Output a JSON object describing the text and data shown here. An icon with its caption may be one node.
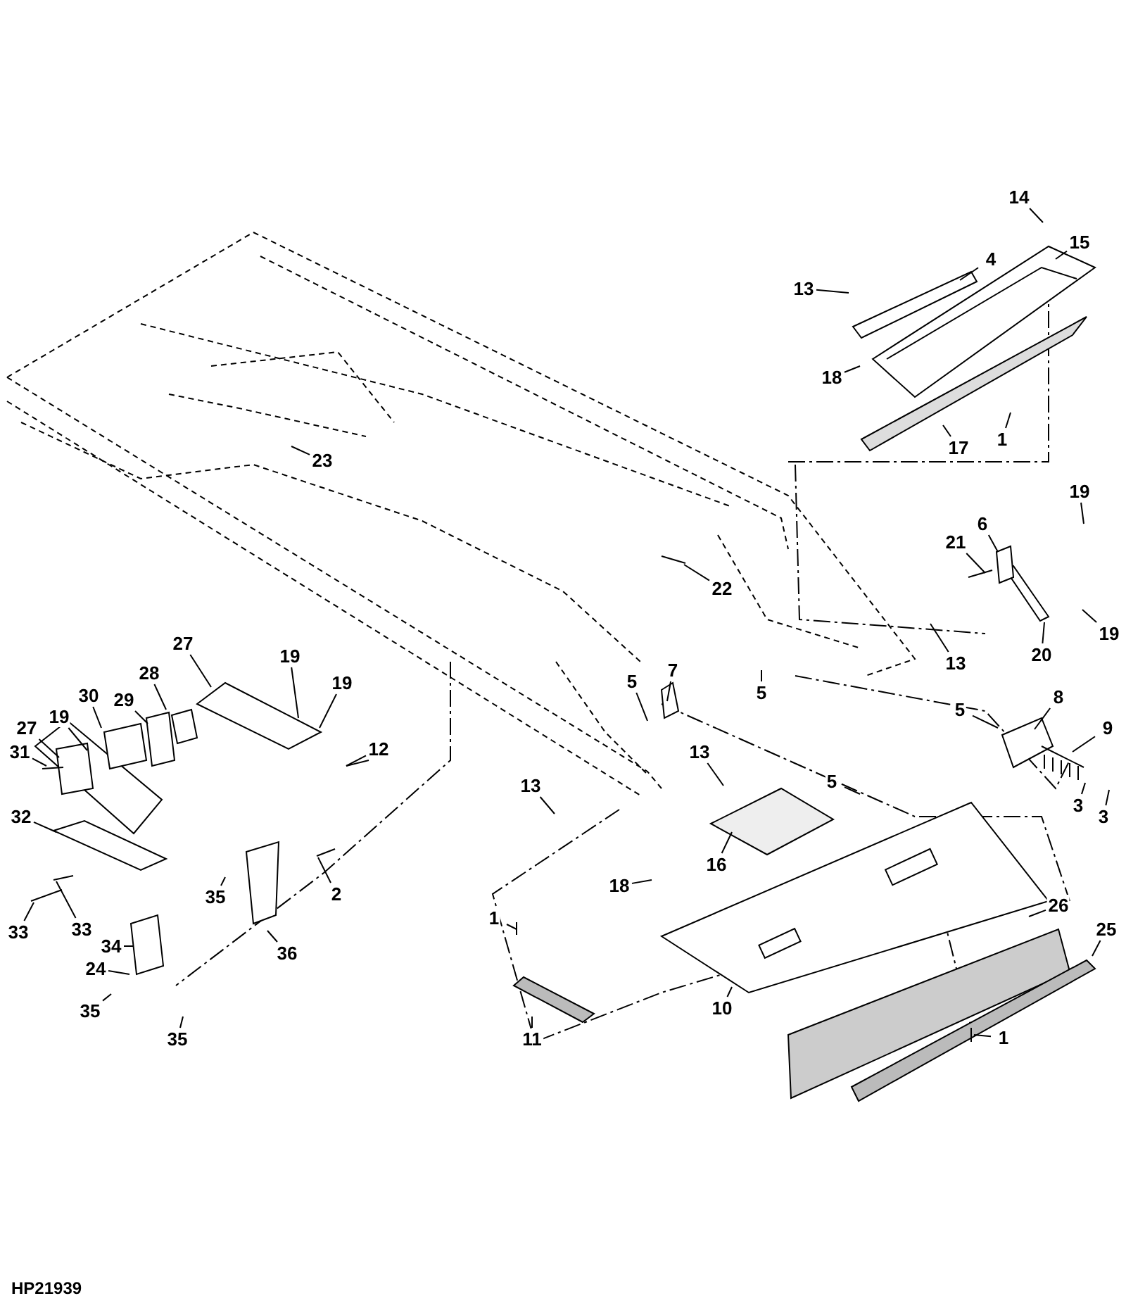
{
  "diagram": {
    "nodes": [
      {
        "text": [
          "14"
        ]
      },
      {
        "text": [
          "15"
        ]
      },
      {
        "text": [
          "4"
        ]
      },
      {
        "text": [
          "13"
        ]
      },
      {
        "text": [
          "18"
        ]
      },
      {
        "text": [
          "17"
        ]
      },
      {
        "text": [
          "1"
        ]
      },
      {
        "text": [
          "23"
        ]
      },
      {
        "text": [
          "19"
        ]
      },
      {
        "text": [
          "21"
        ]
      },
      {
        "text": [
          "6"
        ]
      },
      {
        "text": [
          "22"
        ]
      },
      {
        "text": [
          "19"
        ]
      },
      {
        "text": [
          "20"
        ]
      },
      {
        "text": [
          "13"
        ]
      },
      {
        "text": [
          "5"
        ]
      },
      {
        "text": [
          "7"
        ]
      },
      {
        "text": [
          "5"
        ]
      },
      {
        "text": [
          "27"
        ]
      },
      {
        "text": [
          "28"
        ]
      },
      {
        "text": [
          "19"
        ]
      },
      {
        "text": [
          "19"
        ]
      },
      {
        "text": [
          "30"
        ]
      },
      {
        "text": [
          "29"
        ]
      },
      {
        "text": [
          "27"
        ]
      },
      {
        "text": [
          "19"
        ]
      },
      {
        "text": [
          "31"
        ]
      },
      {
        "text": [
          "12"
        ]
      },
      {
        "text": [
          "8"
        ]
      },
      {
        "text": [
          "9"
        ]
      },
      {
        "text": [
          "5"
        ]
      },
      {
        "text": [
          "13"
        ]
      },
      {
        "text": [
          "5"
        ]
      },
      {
        "text": [
          "3"
        ]
      },
      {
        "text": [
          "3"
        ]
      },
      {
        "text": [
          "13"
        ]
      },
      {
        "text": [
          "32"
        ]
      },
      {
        "text": [
          "16"
        ]
      },
      {
        "text": [
          "33"
        ]
      },
      {
        "text": [
          "33"
        ]
      },
      {
        "text": [
          "35"
        ]
      },
      {
        "text": [
          "2"
        ]
      },
      {
        "text": [
          "18"
        ]
      },
      {
        "text": [
          "34"
        ]
      },
      {
        "text": [
          "26"
        ]
      },
      {
        "text": [
          "25"
        ]
      },
      {
        "text": [
          "1"
        ]
      },
      {
        "text": [
          "36"
        ]
      },
      {
        "text": [
          "24"
        ]
      },
      {
        "text": [
          "35"
        ]
      },
      {
        "text": [
          "10"
        ]
      },
      {
        "text": [
          "35"
        ]
      },
      {
        "text": [
          "11"
        ]
      },
      {
        "text": [
          "1"
        ]
      }
    ],
    "edges": [
      {
        "from": 0,
        "to": null,
        "arrow": "none"
      },
      {
        "from": 1,
        "to": null,
        "arrow": "none"
      },
      {
        "from": 2,
        "to": null,
        "arrow": "none"
      },
      {
        "from": 3,
        "to": null,
        "arrow": "none"
      },
      {
        "from": 4,
        "to": null,
        "arrow": "none"
      },
      {
        "from": 5,
        "to": null,
        "arrow": "none"
      },
      {
        "from": 6,
        "to": null,
        "arrow": "none"
      },
      {
        "from": 7,
        "to": null,
        "arrow": "none"
      },
      {
        "from": 8,
        "to": null,
        "arrow": "none"
      },
      {
        "from": 9,
        "to": null,
        "arrow": "none"
      },
      {
        "from": 10,
        "to": null,
        "arrow": "none"
      },
      {
        "from": 11,
        "to": null,
        "arrow": "none"
      },
      {
        "from": 12,
        "to": null,
        "arrow": "none"
      },
      {
        "from": 13,
        "to": null,
        "arrow": "none"
      },
      {
        "from": 14,
        "to": null,
        "arrow": "none"
      },
      {
        "from": 15,
        "to": null,
        "arrow": "none"
      },
      {
        "from": 16,
        "to": null,
        "arrow": "none"
      },
      {
        "from": 17,
        "to": null,
        "arrow": "none"
      },
      {
        "from": 18,
        "to": null,
        "arrow": "none"
      },
      {
        "from": 19,
        "to": null,
        "arrow": "none"
      },
      {
        "from": 20,
        "to": null,
        "arrow": "none"
      },
      {
        "from": 21,
        "to": null,
        "arrow": "none"
      },
      {
        "from": 22,
        "to": null,
        "arrow": "none"
      },
      {
        "from": 23,
        "to": null,
        "arrow": "none"
      },
      {
        "from": 24,
        "to": null,
        "arrow": "none"
      },
      {
        "from": 25,
        "to": null,
        "arrow": "none"
      },
      {
        "from": 26,
        "to": null,
        "arrow": "none"
      },
      {
        "from": 27,
        "to": null,
        "arrow": "none"
      },
      {
        "from": 28,
        "to": null,
        "arrow": "none"
      },
      {
        "from": 29,
        "to": null,
        "arrow": "none"
      },
      {
        "from": 30,
        "to": null,
        "arrow": "none"
      },
      {
        "from": 31,
        "to": null,
        "arrow": "none"
      },
      {
        "from": 32,
        "to": null,
        "arrow": "none"
      },
      {
        "from": 33,
        "to": null,
        "arrow": "none"
      },
      {
        "from": 34,
        "to": null,
        "arrow": "none"
      },
      {
        "from": 35,
        "to": null,
        "arrow": "none"
      },
      {
        "from": 36,
        "to": null,
        "arrow": "none"
      },
      {
        "from": 37,
        "to": null,
        "arrow": "none"
      },
      {
        "from": 38,
        "to": null,
        "arrow": "none"
      },
      {
        "from": 39,
        "to": null,
        "arrow": "none"
      },
      {
        "from": 40,
        "to": null,
        "arrow": "none"
      },
      {
        "from": 41,
        "to": null,
        "arrow": "none"
      },
      {
        "from": 42,
        "to": null,
        "arrow": "none"
      },
      {
        "from": 43,
        "to": null,
        "arrow": "none"
      },
      {
        "from": 44,
        "to": null,
        "arrow": "none"
      },
      {
        "from": 45,
        "to": null,
        "arrow": "none"
      },
      {
        "from": 46,
        "to": null,
        "arrow": "none"
      },
      {
        "from": 47,
        "to": null,
        "arrow": "none"
      },
      {
        "from": 48,
        "to": null,
        "arrow": "none"
      },
      {
        "from": 49,
        "to": null,
        "arrow": "none"
      },
      {
        "from": 50,
        "to": null,
        "arrow": "none"
      },
      {
        "from": 51,
        "to": null,
        "arrow": "none"
      },
      {
        "from": 52,
        "to": null,
        "arrow": "none"
      },
      {
        "from": 53,
        "to": null,
        "arrow": "none"
      }
    ],
    "labels": [
      "HP21939"
    ]
  }
}
